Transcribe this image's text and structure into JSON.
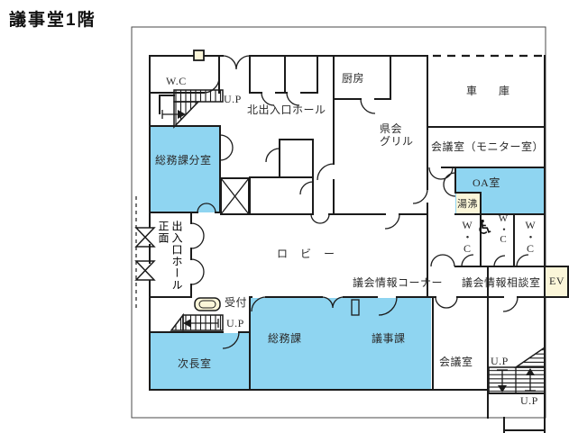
{
  "title": "議事堂1階",
  "colors": {
    "floor": "#FBF6D9",
    "room": "#8FD5F1",
    "wall": "#1b1b1b",
    "outside": "#ffffff"
  },
  "icons": {
    "wheelchair": "♿"
  },
  "labels": {
    "wc_top": "W.C",
    "up_top_left": "U.P",
    "north_hall": "北出入口ホール",
    "kitchen": "厨房",
    "grill_line1": "県会",
    "grill_line2": "グリル",
    "garage": "車　庫",
    "monitor_room": "会議室（モニター室）",
    "oa_room": "OA室",
    "yuwakashi": "湯沸",
    "wc_left": "W・C",
    "wc_center": "W・C",
    "wc_right": "W・C",
    "ev": "EV",
    "soumu_branch": "総務課分室",
    "entrance_col1": "正面",
    "entrance_col2": "出入口ホール",
    "lobby": "ロビー",
    "info_corner": "議会情報コーナー",
    "info_consult": "議会情報相談室",
    "reception": "受付",
    "up_reception": "U.P",
    "deputy_room": "次長室",
    "soumu": "総務課",
    "giji": "議事課",
    "meeting_room_b": "会議室",
    "up_br_upper": "U.P",
    "up_br_lower": "U.P"
  }
}
